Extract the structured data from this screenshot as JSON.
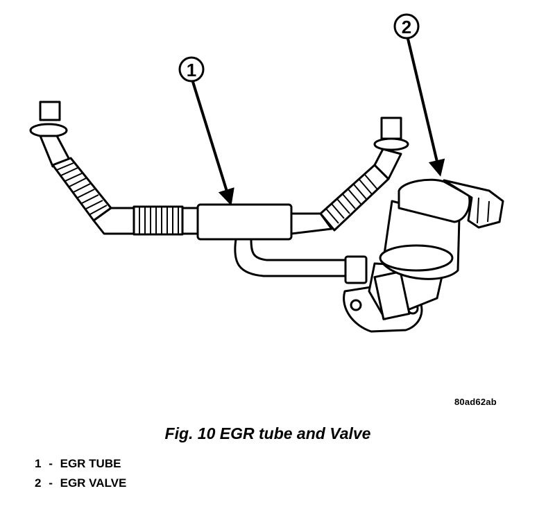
{
  "callouts": [
    {
      "number": "1"
    },
    {
      "number": "2"
    }
  ],
  "image_code": "80ad62ab",
  "caption": "Fig. 10 EGR tube and Valve",
  "legend": [
    {
      "number": "1",
      "separator": "-",
      "label": "EGR TUBE"
    },
    {
      "number": "2",
      "separator": "-",
      "label": "EGR VALVE"
    }
  ],
  "colors": {
    "line": "#000000",
    "fill": "#ffffff"
  }
}
